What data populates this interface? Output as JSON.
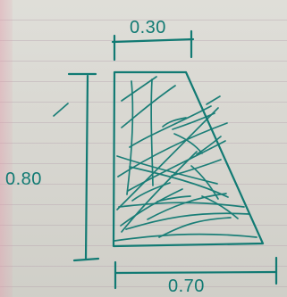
{
  "diagram": {
    "top_dimension": "0.30",
    "left_dimension": "0.80",
    "bottom_dimension": "0.70",
    "ink_color": "#117a73",
    "paper_color": "#d8d7d0",
    "rule_color": "#ad96a5"
  }
}
